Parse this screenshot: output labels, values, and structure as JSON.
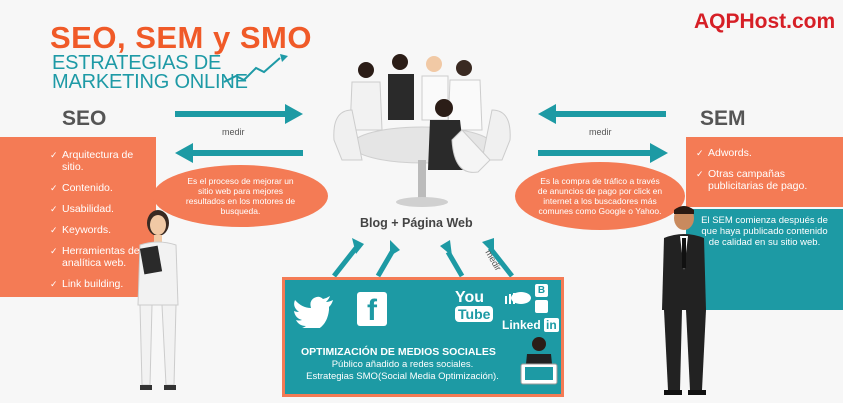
{
  "header": {
    "title": "SEO, SEM y SMO",
    "subtitle_line1": "ESTRATEGIAS DE",
    "subtitle_line2": "MARKETING ONLINE",
    "logo": "AQPHost.com"
  },
  "seo": {
    "title": "SEO",
    "items": [
      "Arquitectura de sitio.",
      "Contenido.",
      "Usabilidad.",
      "Keywords.",
      "Herramientas de analítica web.",
      "Link building."
    ],
    "bubble": "Es el proceso de mejorar un sitio web para mejores resultados en los motores de busqueda."
  },
  "sem": {
    "title": "SEM",
    "items": [
      "Adwords.",
      "Otras campañas publicitarias de pago."
    ],
    "note": "El SEM comienza después de que haya publicado contenido de calidad en su sitio web.",
    "bubble": "Es la compra de tráfico a través de anuncios de pago por click en internet a los buscadores más comunes como Google o Yahoo."
  },
  "center": {
    "label": "Blog + Página Web",
    "medir_left": "medir",
    "medir_right": "medir",
    "medir_diag": "medir"
  },
  "social": {
    "heading": "OPTIMIZACIÓN DE MEDIOS SOCIALES",
    "line1": "Público añadido a redes sociales.",
    "line2": "Estrategias SMO(Social Media Optimización).",
    "facebook": "f",
    "youtube_you": "You",
    "youtube_tube": "Tube",
    "linkedin_linked": "Linked",
    "linkedin_in": "in",
    "blogger": "B"
  },
  "colors": {
    "orange": "#f47b55",
    "teal": "#1d9aa4",
    "title_orange": "#f05a28",
    "logo_red": "#d61f26"
  }
}
